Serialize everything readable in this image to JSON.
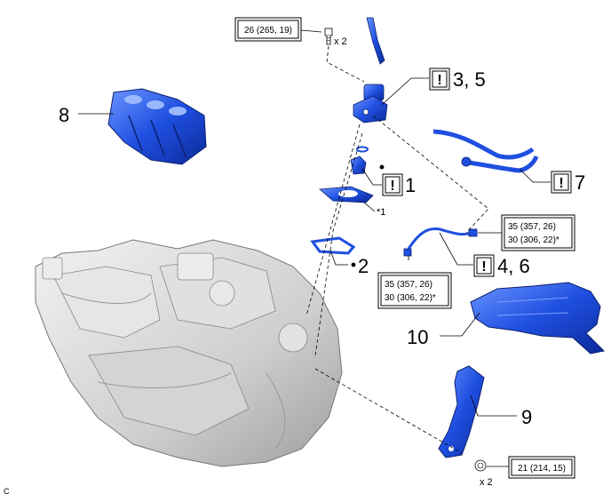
{
  "torque_specs": {
    "bolt_top": "26 (265, 19)",
    "pipe_upper_1": "35 (357, 26)",
    "pipe_upper_2": "30 (306, 22)*",
    "pipe_lower_1": "35 (357, 26)",
    "pipe_lower_2": "30 (306, 22)*",
    "bracket_bolt": "21 (214, 15)"
  },
  "quantity_labels": {
    "top_bolt": "x 2",
    "bottom_bolt": "x 2"
  },
  "callouts": {
    "part_8": "8",
    "part_3_5": "3, 5",
    "part_7": "7",
    "part_1": "1",
    "part_2": "2",
    "part_4_6": "4, 6",
    "part_10": "10",
    "part_9": "9"
  },
  "annotations": {
    "star_1": "*1",
    "corner_code": "C"
  },
  "colors": {
    "part_blue": "#1f4fe0",
    "part_blue_light": "#4d7cff",
    "engine_gray": "#d8d8d8",
    "outline": "#000000"
  }
}
